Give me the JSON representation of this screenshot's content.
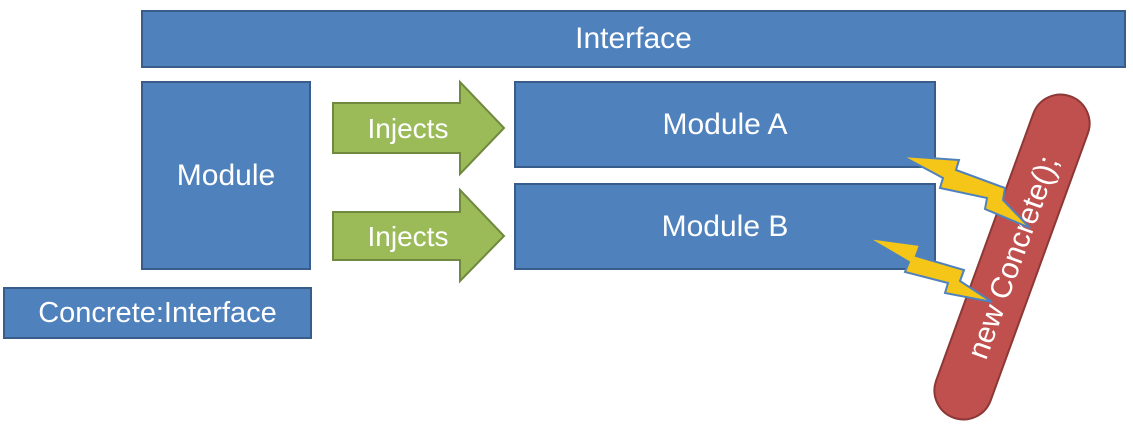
{
  "diagram": {
    "interface_label": "Interface",
    "module_label": "Module",
    "module_a_label": "Module A",
    "module_b_label": "Module B",
    "concrete_label": "Concrete:Interface",
    "injects_label_1": "Injects",
    "injects_label_2": "Injects",
    "new_concrete_label": "new Concrete();"
  },
  "colors": {
    "box_fill": "#4f81bd",
    "box_border": "#385d8a",
    "arrow_fill": "#9bbb59",
    "arrow_border": "#71893f",
    "pill_fill": "#c0504d",
    "pill_border": "#8c3836",
    "lightning_fill": "#f5c518",
    "lightning_border": "#4f81bd"
  },
  "icons": [
    "inject-arrow",
    "lightning-bolt"
  ]
}
